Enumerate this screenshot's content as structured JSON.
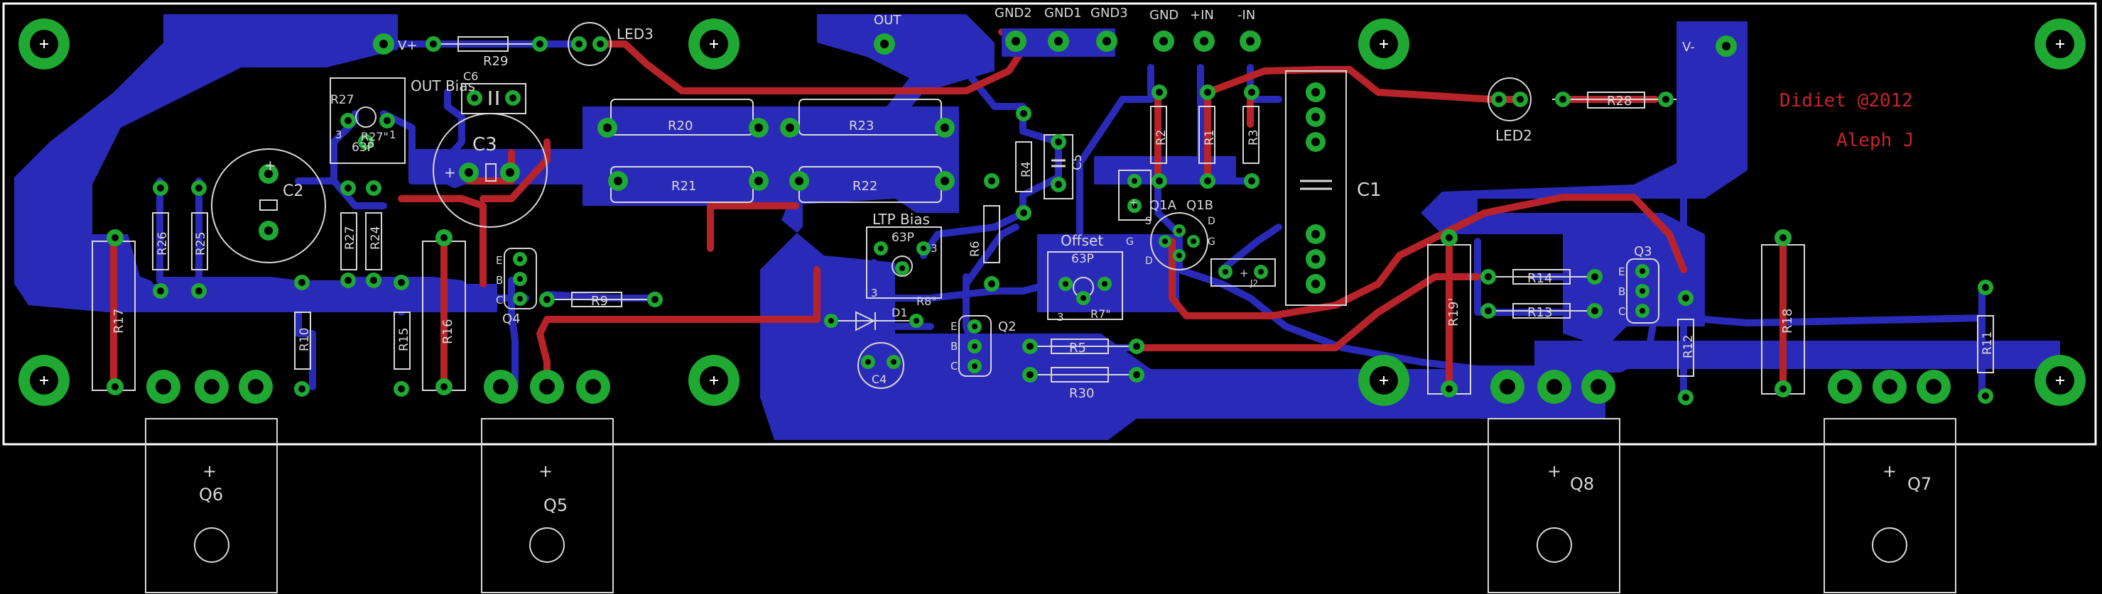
{
  "board": {
    "author_text": "Didiet @2012",
    "project_text": "Aleph J",
    "colors": {
      "background": "#000000",
      "bottom_copper": "#2a2ab8",
      "top_copper": "#b8232a",
      "pad": "#1fa832",
      "silkscreen": "#d8d8d8",
      "outline": "#ffffff"
    }
  },
  "connectors": {
    "v_plus": "V+",
    "v_minus": "V-",
    "out": "OUT",
    "gnd2": "GND2",
    "gnd1": "GND1",
    "gnd3": "GND3",
    "gnd": "GND",
    "in_plus": "+IN",
    "in_minus": "-IN"
  },
  "labels": {
    "led3": "LED3",
    "led2": "LED2",
    "out_bias": "OUT Bias",
    "ltp_bias": "LTP Bias",
    "offset": "Offset",
    "c1": "C1",
    "c2": "C2",
    "c3": "C3",
    "c4": "C4",
    "c5": "C5",
    "c6": "C6",
    "r29": "R29",
    "r28": "R28",
    "r20": "R20",
    "r21": "R21",
    "r22": "R22",
    "r23": "R23",
    "r27": "R27",
    "r27p": "R27\"",
    "r27b": "R27'",
    "r24": "R24",
    "r26": "R26",
    "r25": "R25",
    "r17": "R17",
    "r10": "R10",
    "r15": "R15",
    "r16": "R16",
    "r9": "R9",
    "r4": "R4",
    "r6": "R6",
    "r5": "R5",
    "r30": "R30",
    "r8": "R8\"",
    "r7": "R7\"",
    "r2": "R2",
    "r1": "R1",
    "r3": "R3",
    "r14": "R14",
    "r13": "R13",
    "r19": "R19'",
    "r12": "R12",
    "r18": "R18",
    "r11": "R11",
    "pot_63p_a": "63P",
    "pot_63p_b": "63P",
    "pot_63p_c": "63P",
    "q1a": "Q1A",
    "q1b": "Q1B",
    "q2": "Q2",
    "q3": "Q3",
    "q4": "Q4",
    "q5": "Q5",
    "q6": "Q6",
    "q7": "Q7",
    "q8": "Q8",
    "d1": "D1",
    "j2": "J2",
    "pin_c": "C",
    "pin_b": "B",
    "pin_e": "E",
    "pin_s": "S",
    "pin_d": "D",
    "pin_g": "G",
    "pin_3": "3",
    "pin_1": "1",
    "plus": "+"
  }
}
